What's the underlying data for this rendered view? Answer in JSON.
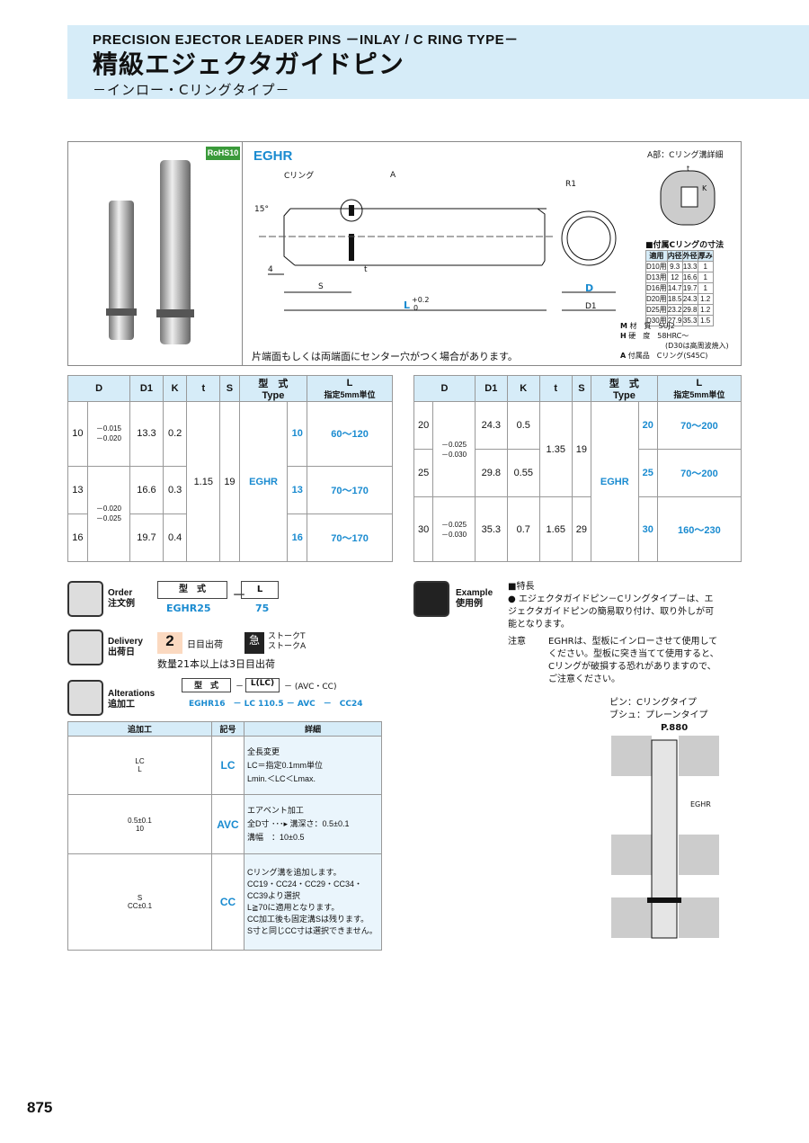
{
  "header": {
    "title_en": "PRECISION EJECTOR LEADER PINS －INLAY / C RING TYPE－",
    "title_jp": "精級エジェクタガイドピン",
    "subtitle": "－インロー・Cリングタイプ－"
  },
  "rohs": "RoHS10",
  "product": {
    "code": "EGHR",
    "detail_label": "A部：Cリング溝詳細",
    "c_ring_label": "Cリング",
    "a_label": "A",
    "r1": "R1",
    "angle": "15°",
    "dim_4": "4",
    "dim_S": "S",
    "dim_t": "t",
    "dim_L": "L",
    "tol_L_up": "+0.2",
    "tol_L_low": "0",
    "dim_D": "D",
    "dim_D1": "D1",
    "detail_t": "t",
    "detail_K": "K",
    "center_note": "片端面もしくは両端面にセンター穴がつく場合があります。"
  },
  "cring_table": {
    "title": "■付属Cリングの寸法",
    "headers": [
      "適用",
      "内径",
      "外径",
      "厚み"
    ],
    "rows": [
      [
        "D10用",
        "9.3",
        "13.3",
        "1"
      ],
      [
        "D13用",
        "12",
        "16.6",
        "1"
      ],
      [
        "D16用",
        "14.7",
        "19.7",
        "1"
      ],
      [
        "D20用",
        "18.5",
        "24.3",
        "1.2"
      ],
      [
        "D25用",
        "23.2",
        "29.8",
        "1.2"
      ],
      [
        "D30用",
        "27.9",
        "35.3",
        "1.5"
      ]
    ]
  },
  "materials": {
    "m_label": "材　質",
    "m_value": "SUJ2",
    "h_label": "硬　度",
    "h_value": "58HRC～",
    "h_note": "(D30は高周波焼入)",
    "a_label": "付属品",
    "a_value": "Cリング(S45C)"
  },
  "spec_headers": {
    "D": "D",
    "D1": "D1",
    "K": "K",
    "t": "t",
    "S": "S",
    "katashiki": "型　式",
    "type": "Type",
    "d2": "D",
    "L": "L",
    "L_unit": "指定5mm単位"
  },
  "spec_left": {
    "rows": [
      {
        "d": "10",
        "tol": "－0.015\n－0.020",
        "d1": "13.3",
        "k": "0.2",
        "l": "60～120",
        "dd": "10"
      },
      {
        "d": "13",
        "tol": "－0.020\n－0.025",
        "d1": "16.6",
        "k": "0.3",
        "l": "70～170",
        "dd": "13"
      },
      {
        "d": "16",
        "d1": "19.7",
        "k": "0.4",
        "l": "70～170",
        "dd": "16"
      }
    ],
    "t": "1.15",
    "s": "19",
    "type": "EGHR"
  },
  "spec_right": {
    "rows": [
      {
        "d": "20",
        "tol": "－0.025\n－0.030",
        "d1": "24.3",
        "k": "0.5",
        "l": "70～200",
        "dd": "20"
      },
      {
        "d": "25",
        "d1": "29.8",
        "k": "0.55",
        "l": "70～200",
        "dd": "25"
      },
      {
        "d": "30",
        "tol": "－0.025\n－0.030",
        "d1": "35.3",
        "k": "0.7",
        "t": "1.65",
        "s": "29",
        "l": "160～230",
        "dd": "30"
      }
    ],
    "t": "1.35",
    "s": "19",
    "type": "EGHR"
  },
  "order": {
    "en": "Order",
    "jp": "注文例",
    "col1": "型　式",
    "dash": "－",
    "col2": "L",
    "v1": "EGHR25",
    "v2": "75"
  },
  "delivery": {
    "en": "Delivery",
    "jp": "出荷日",
    "days": "2",
    "days_label": "日目出荷",
    "kyu": "急",
    "stroke_t": "ストークT",
    "stroke_a": "ストークA",
    "note": "数量21本以上は3日目出荷"
  },
  "alter": {
    "en": "Alterations",
    "jp": "追加工",
    "col1": "型　式",
    "dash": "－",
    "col2": "L(LC)",
    "col3": "－ (AVC・CC)",
    "example": "EGHR16　－ LC 110.5 － AVC　－　CC24"
  },
  "alt_table": {
    "headers": [
      "追加工",
      "記号",
      "詳細"
    ],
    "rows": [
      {
        "code": "LC",
        "lines": [
          "全長変更",
          "LC＝指定0.1mm単位",
          "Lmin.＜LC＜Lmax."
        ],
        "fig": [
          "LC",
          "L"
        ]
      },
      {
        "code": "AVC",
        "lines": [
          "エアベント加工",
          "全D寸 ･･･▸ 溝深さ：0.5±0.1",
          "溝幅　：10±0.5"
        ],
        "fig": [
          "0.5±0.1",
          "10"
        ]
      },
      {
        "code": "CC",
        "lines": [
          "Cリング溝を追加します。",
          "CC19・CC24・CC29・CC34・CC39より選択",
          "L≧70に適用となります。",
          "CC加工後も固定溝Sは残ります。",
          "S寸と同じCC寸は選択できません。"
        ],
        "fig": [
          "S",
          "CC±0.1"
        ]
      }
    ]
  },
  "example": {
    "en": "Example",
    "jp": "使用例",
    "title": "■特長",
    "bullet": "● エジェクタガイドピン－Cリングタイプ－は、エジェクタガイドピンの簡易取り付け、取り外しが可能となります。",
    "caution_label": "注意",
    "caution": "EGHRは、型板にインローさせて使用してください。型板に突き当てて使用すると、Cリングが破損する恐れがありますので、ご注意ください。",
    "pin": "ピン：Cリングタイプ",
    "bush": "ブシュ：プレーンタイプ",
    "ref": "P.880",
    "label": "EGHR"
  },
  "page": "875"
}
